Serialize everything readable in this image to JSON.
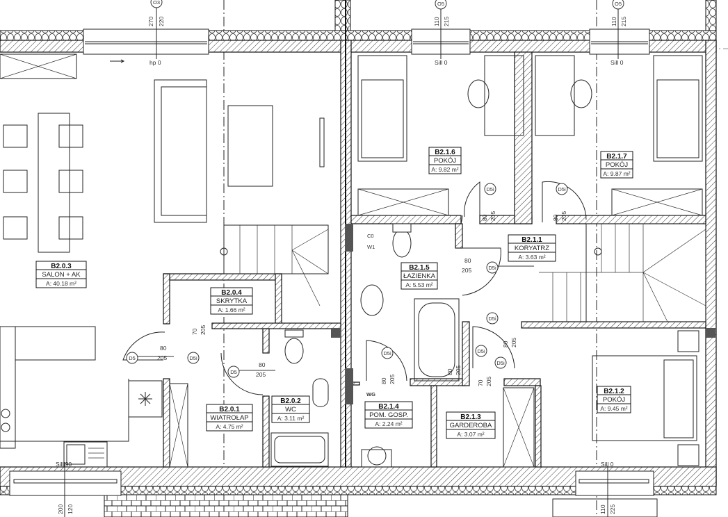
{
  "rooms": [
    {
      "code": "B2.0.3",
      "name": "SALON + AK",
      "area": "A: 40.18 m²"
    },
    {
      "code": "B2.0.4",
      "name": "SKRYTKA",
      "area": "A: 1.66 m²"
    },
    {
      "code": "B2.0.1",
      "name": "WIATROŁAP",
      "area": "A: 4.75 m²"
    },
    {
      "code": "B2.0.2",
      "name": "WC",
      "area": "A: 3.11 m²"
    },
    {
      "code": "B2.1.6",
      "name": "POKÓJ",
      "area": "A: 9.82 m²"
    },
    {
      "code": "B2.1.7",
      "name": "POKÓJ",
      "area": "A: 9.87 m²"
    },
    {
      "code": "B2.1.1",
      "name": "KORYATRZ",
      "area": "A: 3.63 m²"
    },
    {
      "code": "B2.1.5",
      "name": "ŁAZIENKA",
      "area": "A: 5.53 m²"
    },
    {
      "code": "B2.1.4",
      "name": "POM. GOSP.",
      "area": "A: 2.24 m²"
    },
    {
      "code": "B2.1.3",
      "name": "GARDEROBA",
      "area": "A: 3.07 m²"
    },
    {
      "code": "B2.1.2",
      "name": "POKÓJ",
      "area": "A: 9.45 m²"
    }
  ],
  "doors": [
    {
      "tag": "D5",
      "w": "80",
      "h": "205"
    },
    {
      "tag": "D5i",
      "w": "70",
      "h": "205"
    },
    {
      "tag": "D5",
      "w": "80",
      "h": "205"
    },
    {
      "tag": "D5i",
      "w": "80",
      "h": "205"
    },
    {
      "tag": "D5i",
      "w": "80",
      "h": "205"
    },
    {
      "tag": "D5i",
      "w": "80",
      "h": "205"
    },
    {
      "tag": "D5i",
      "w": "80",
      "h": "205"
    },
    {
      "tag": "D5i",
      "w": "80",
      "h": "205"
    },
    {
      "tag": "D5i",
      "w": "70",
      "h": "205"
    },
    {
      "tag": "D5i",
      "w": "80",
      "h": "205"
    }
  ],
  "windows": [
    {
      "tag": "O3",
      "w": "270",
      "h": "220",
      "sill": "hp 0"
    },
    {
      "tag": "O5",
      "w": "110",
      "h": "215",
      "sill": "Sill 0"
    },
    {
      "tag": "O5",
      "w": "110",
      "h": "215",
      "sill": "Sill 0"
    },
    {
      "tag": "",
      "w": "200",
      "h": "120",
      "sill": "Sill 90"
    },
    {
      "tag": "",
      "w": "110",
      "h": "225",
      "sill": "Sill 0"
    }
  ],
  "markers": {
    "wg": "WG",
    "vent1": "C0",
    "vent2": "W1"
  }
}
